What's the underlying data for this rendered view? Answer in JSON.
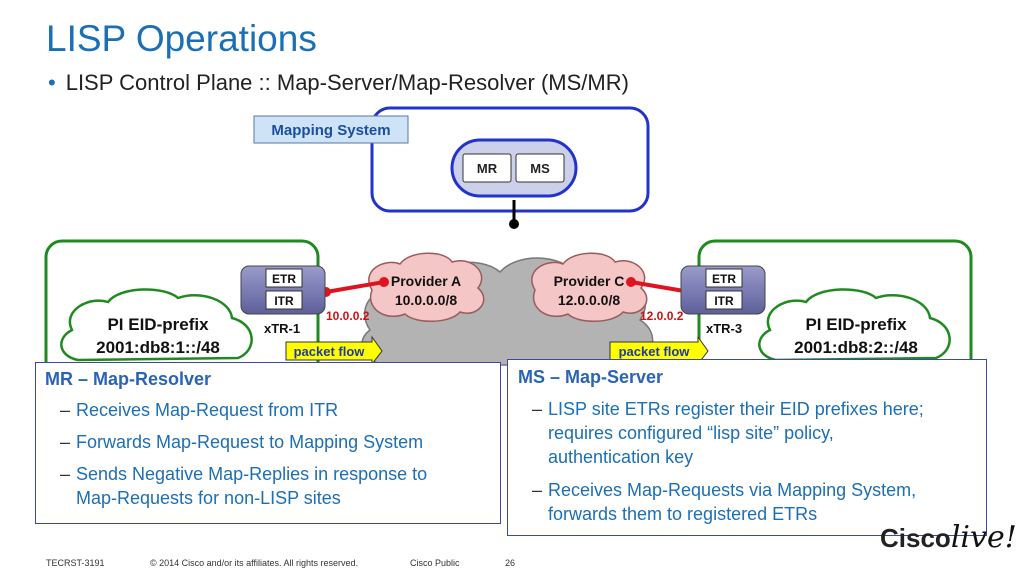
{
  "title": "LISP Operations",
  "subtitle": "LISP Control Plane :: Map-Server/Map-Resolver (MS/MR)",
  "diagram": {
    "mapping_system_label": "Mapping System",
    "mr_label": "MR",
    "ms_label": "MS",
    "left_site": {
      "etr": "ETR",
      "itr": "ITR",
      "router_name": "xTR-1",
      "ip": "10.0.0.2",
      "prefix_title": "PI EID-prefix",
      "prefix": "2001:db8:1::/48"
    },
    "right_site": {
      "etr": "ETR",
      "itr": "ITR",
      "router_name": "xTR-3",
      "ip": "12.0.0.2",
      "prefix_title": "PI EID-prefix",
      "prefix": "2001:db8:2::/48"
    },
    "provider_a": {
      "name": "Provider A",
      "network": "10.0.0.0/8"
    },
    "provider_c": {
      "name": "Provider C",
      "network": "12.0.0.0/8"
    },
    "packet_flow_left": "packet flow",
    "packet_flow_right": "packet flow"
  },
  "mr_box": {
    "heading": "MR – Map-Resolver",
    "items": [
      [
        "Receives Map-Request from ITR"
      ],
      [
        "Forwards Map-Request to Mapping System"
      ],
      [
        "Sends Negative Map-Replies in response to",
        "Map-Requests for non-LISP sites"
      ]
    ]
  },
  "ms_box": {
    "heading": "MS – Map-Server",
    "items": [
      [
        "LISP site ETRs register their EID prefixes here;",
        "requires configured “lisp site” policy,",
        "authentication key"
      ],
      [
        "Receives Map-Requests via Mapping System,",
        "forwards them to registered ETRs"
      ]
    ]
  },
  "footer": {
    "code": "TECRST-3191",
    "copyright": "© 2014 Cisco and/or its affiliates. All rights reserved.",
    "classification": "Cisco Public",
    "page": "26"
  },
  "logo": {
    "brand": "Cisco",
    "live": "live!"
  },
  "colors": {
    "title": "#1b6fb5",
    "site_border": "#1f8a1f",
    "mapping_border": "#2233cc",
    "provider_cloud": "#f4c6c6",
    "core_cloud": "#b3b3b3",
    "link": "#e0141e",
    "packet_flow": "#ffff00"
  }
}
